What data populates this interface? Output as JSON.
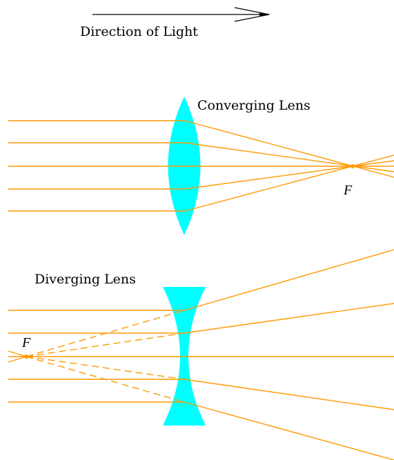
{
  "direction_label": "Direction of Light",
  "converging": {
    "label": "Converging Lens",
    "focal_label": "F"
  },
  "diverging": {
    "label": "Diverging Lens",
    "focal_label": "F"
  },
  "colors": {
    "ray": "#ff9900",
    "lens": "#00ffff",
    "text": "#000000",
    "arrow": "#000000",
    "background": "#ffffff"
  }
}
